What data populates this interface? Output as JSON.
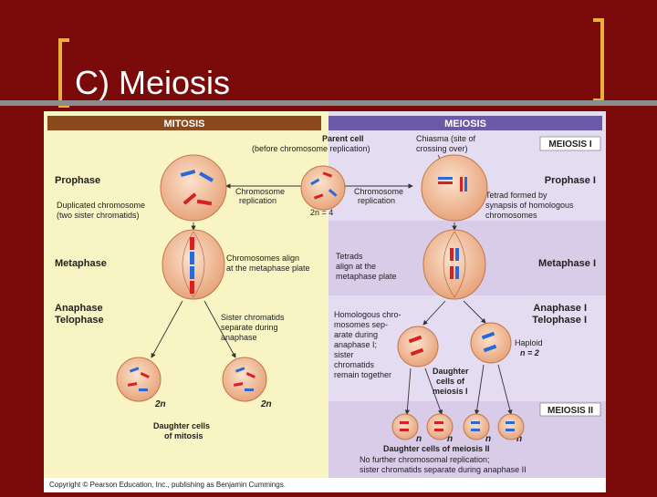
{
  "slide": {
    "title": "C) Meiosis"
  },
  "figure": {
    "mitosis_header": "MITOSIS",
    "meiosis_header": "MEIOSIS",
    "meiosis1_box": "MEIOSIS I",
    "meiosis2_box": "MEIOSIS II",
    "parent_cell_1": "Parent cell",
    "parent_cell_2": "(before chromosome replication)",
    "chiasma_1": "Chiasma (site of",
    "chiasma_2": "crossing over)",
    "prophase": "Prophase",
    "prophase_i": "Prophase I",
    "dup_chrom_1": "Duplicated chromosome",
    "dup_chrom_2": "(two sister chromatids)",
    "chrom_rep_left_1": "Chromosome",
    "chrom_rep_left_2": "replication",
    "chrom_rep_right_1": "Chromosome",
    "chrom_rep_right_2": "replication",
    "two_n_4": "2n = 4",
    "tetrad_1": "Tetrad formed by",
    "tetrad_2": "synapsis of homologous",
    "tetrad_3": "chromosomes",
    "metaphase": "Metaphase",
    "metaphase_i": "Metaphase I",
    "chrom_align_1": "Chromosomes align",
    "chrom_align_2": "at the metaphase plate",
    "tetrads_align_1": "Tetrads",
    "tetrads_align_2": "align at the",
    "tetrads_align_3": "metaphase plate",
    "anaphase": "Anaphase",
    "telophase": "Telophase",
    "anaphase_i": "Anaphase I",
    "telophase_i": "Telophase I",
    "sister_sep_1": "Sister chromatids",
    "sister_sep_2": "separate during",
    "sister_sep_3": "anaphase",
    "homol_1": "Homologous chro-",
    "homol_2": "mosomes sep-",
    "homol_3": "arate during",
    "homol_4": "anaphase I;",
    "homol_5": "sister",
    "homol_6": "chromatids",
    "homol_7": "remain together",
    "haploid_1": "Haploid",
    "haploid_2": "n = 2",
    "daughter_m1_1": "Daughter",
    "daughter_m1_2": "cells of",
    "daughter_m1_3": "meiosis I",
    "two_n_a": "2n",
    "two_n_b": "2n",
    "daughter_mitosis_1": "Daughter cells",
    "daughter_mitosis_2": "of mitosis",
    "n_1": "n",
    "n_2": "n",
    "n_3": "n",
    "n_4": "n",
    "daughter_meiosis_2": "Daughter cells of meiosis II",
    "no_further_1": "No further chromosomal replication;",
    "no_further_2": "sister chromatids separate during anaphase II",
    "copyright": "Copyright © Pearson Education, Inc., publishing as Benjamin Cummings."
  },
  "colors": {
    "background": "#7a0a0a",
    "bracket": "#e8b23a",
    "mitosis_panel": "#f8f4c4",
    "meiosis_panel": "#e4dcf0",
    "mitosis_header": "#8a4a1c",
    "meiosis_header": "#6a5aa8",
    "cell": "#f4c4a0",
    "chrom_red": "#d82020",
    "chrom_blue": "#2a6ad8"
  }
}
